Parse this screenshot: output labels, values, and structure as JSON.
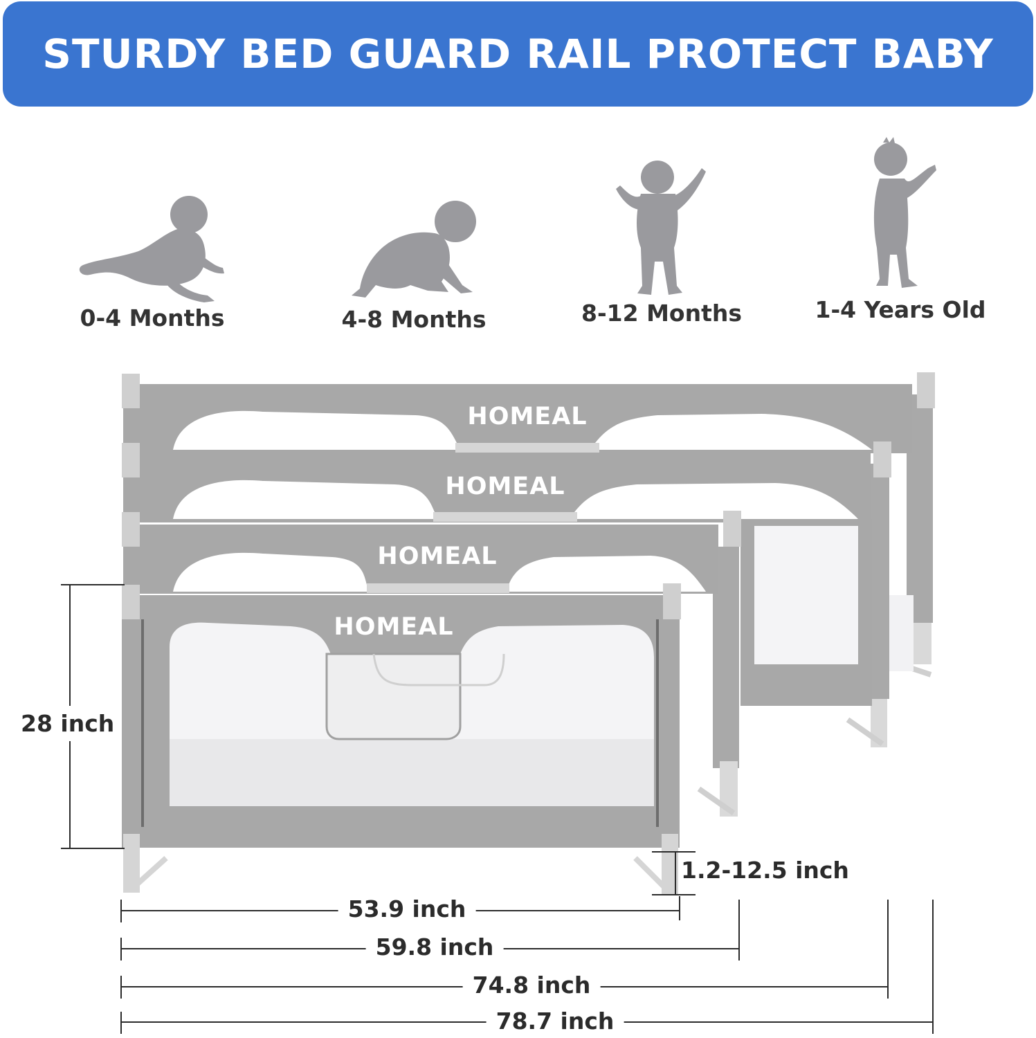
{
  "banner": {
    "title": "STURDY BED GUARD RAIL PROTECT BABY"
  },
  "stages": [
    {
      "label": "0-4 Months",
      "icon": "baby-lying-icon"
    },
    {
      "label": "4-8 Months",
      "icon": "baby-crawling-icon"
    },
    {
      "label": "8-12 Months",
      "icon": "baby-standing-icon"
    },
    {
      "label": "1-4 Years Old",
      "icon": "toddler-walking-icon"
    }
  ],
  "product": {
    "brand": "HOMEAL",
    "rails": [
      {
        "width": "53.9 inch"
      },
      {
        "width": "59.8 inch"
      },
      {
        "width": "74.8 inch"
      },
      {
        "width": "78.7 inch"
      }
    ],
    "height": "28 inch",
    "adjust_range": "1.2-12.5 inch"
  },
  "colors": {
    "banner": "#3a75d0",
    "fabric": "#a8a8a8",
    "fabric_dark": "#959595",
    "mesh": "#f4f4f6",
    "text": "#333333"
  }
}
